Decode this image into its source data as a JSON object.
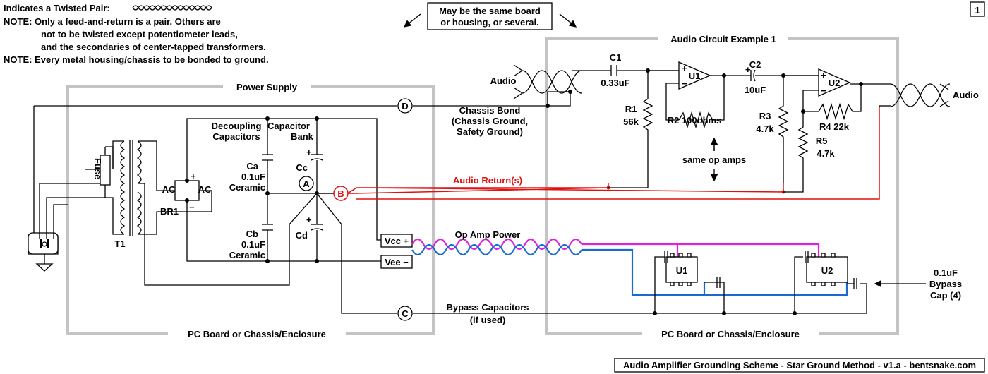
{
  "page_number": "1",
  "notes": {
    "twisted_pair": "Indicates a Twisted Pair:",
    "line1": "NOTE: Only a feed-and-return is a pair. Others are",
    "line2": "not to be twisted except potentiometer leads,",
    "line3": "and the secondaries of center-tapped transformers.",
    "line4": "NOTE: Every metal housing/chassis to be bonded to ground."
  },
  "board_note": [
    "May be the same board",
    "or housing, or several."
  ],
  "sections": {
    "power_supply": "Power Supply",
    "audio_circuit": "Audio Circuit Example 1",
    "pc_board_left": "PC Board or Chassis/Enclosure",
    "pc_board_right": "PC Board or Chassis/Enclosure"
  },
  "nodes": {
    "A": "A",
    "B": "B",
    "C": "C",
    "D": "D"
  },
  "labels": {
    "chassis_bond": [
      "Chassis Bond",
      "(Chassis Ground,",
      "Safety Ground)"
    ],
    "decoupling": [
      "Decoupling",
      "Capacitors"
    ],
    "capacitor_bank": [
      "Capacitor",
      "Bank"
    ],
    "audio_return": "Audio Return(s)",
    "op_amp_power": "Op Amp Power",
    "bypass_caps": [
      "Bypass Capacitors",
      "(if used)"
    ],
    "bypass_note": [
      "0.1uF",
      "Bypass",
      "Cap (4)"
    ],
    "same_op_amps": "same op amps",
    "audio_in": "Audio",
    "audio_out": "Audio",
    "fuse": "Fuse",
    "T1": "T1",
    "BR1": "BR1",
    "AC_left": "AC",
    "AC_right": "AC",
    "plus": "+",
    "minus": "−",
    "vcc": "Vcc +",
    "vee": "Vee −"
  },
  "components": {
    "Ca": [
      "Ca",
      "0.1uF",
      "Ceramic"
    ],
    "Cb": [
      "Cb",
      "0.1uF",
      "Ceramic"
    ],
    "Cc": "Cc",
    "Cd": "Cd",
    "C1": [
      "C1",
      "0.33uF"
    ],
    "C2": [
      "C2",
      "10uF"
    ],
    "R1": [
      "R1",
      "56k"
    ],
    "R2": "R2 100ohms",
    "R3": [
      "R3",
      "4.7k"
    ],
    "R4": "R4  22k",
    "R5": [
      "R5",
      "4.7k"
    ],
    "U1": "U1",
    "U2": "U2",
    "U1_chip": "U1",
    "U2_chip": "U2"
  },
  "footer": "Audio Amplifier Grounding Scheme - Star Ground Method - v1.a - bentsnake.com",
  "colors": {
    "audio_return": "#e01010",
    "vcc_wire": "#e020e0",
    "vee_wire": "#1a6bd0",
    "enclosure_outline": "#c4c4c4"
  }
}
